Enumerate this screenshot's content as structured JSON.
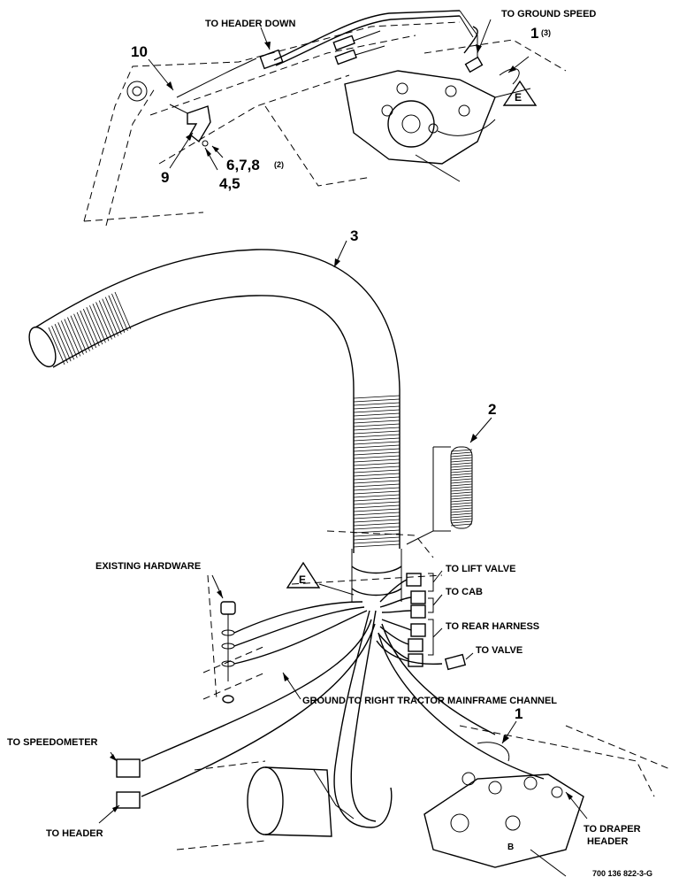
{
  "callouts": {
    "to_header_down": "TO HEADER DOWN",
    "to_ground_speed": "TO GROUND SPEED",
    "existing_hardware": "EXISTING HARDWARE",
    "to_lift_valve": "TO LIFT VALVE",
    "to_cab": "TO CAB",
    "to_rear_harness": "TO REAR HARNESS",
    "to_valve": "TO VALVE",
    "ground_channel": "GROUND TO RIGHT TRACTOR MAINFRAME CHANNEL",
    "to_speedometer": "TO SPEEDOMETER",
    "to_header": "TO HEADER",
    "to_draper_line1": "TO DRAPER",
    "to_draper_line2": "HEADER"
  },
  "part_numbers": {
    "p10": "10",
    "p1_top": "1",
    "p1_top_qty": "(3)",
    "p9": "9",
    "p678": "6,7,8",
    "p678_qty": "(2)",
    "p45": "4,5",
    "p3": "3",
    "p2": "2",
    "p1_bottom": "1",
    "view_b": "B"
  },
  "markers": {
    "e_top": "E",
    "e_mid": "E"
  },
  "figure_id": "700 136 822-3-G"
}
